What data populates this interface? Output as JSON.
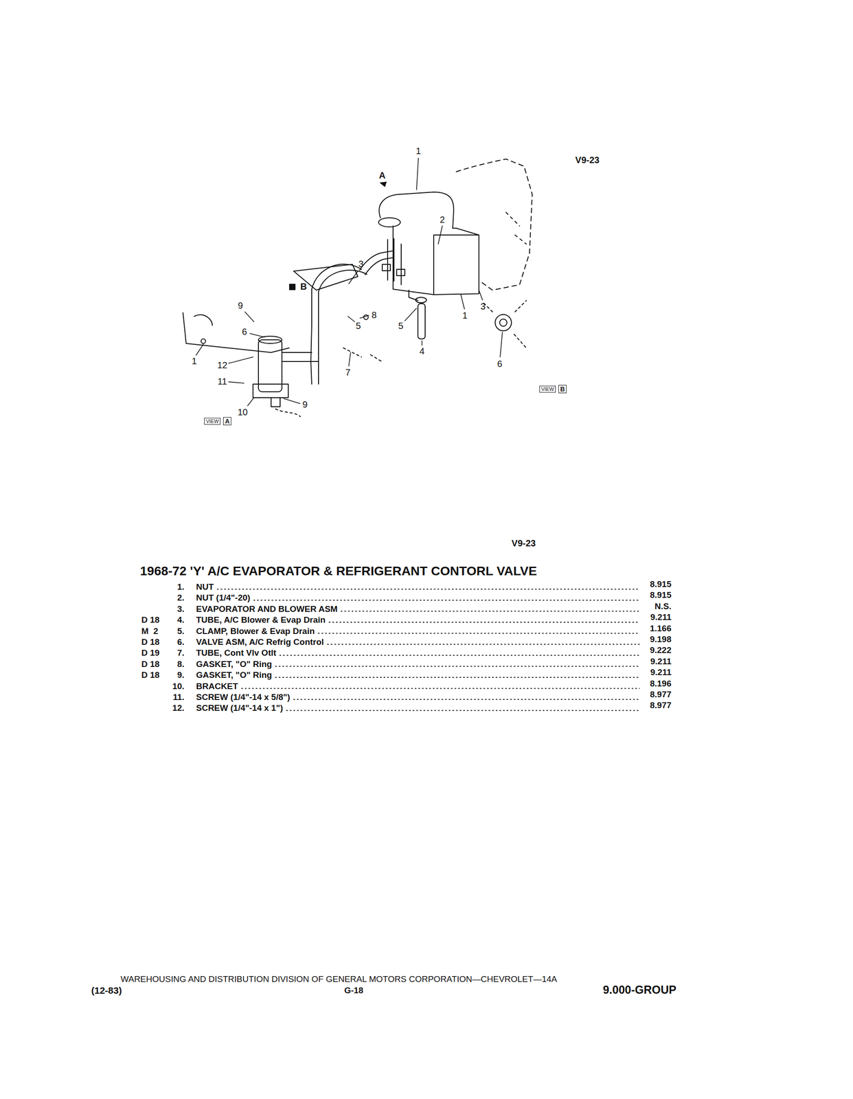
{
  "diagram": {
    "title": "1968-72 'Y' A/C EVAPORATOR & REFRIGERANT CONTORL VALVE",
    "labels": [
      "V9-23",
      "1",
      "A",
      "2",
      "3",
      "B",
      "9",
      "6",
      "1",
      "12",
      "11",
      "10",
      "9",
      "5",
      "8",
      "7",
      "5",
      "4",
      "1",
      "3",
      "6",
      "VIEW",
      "B",
      "VIEW",
      "A",
      "V9-23",
      "1.",
      "NUT",
      "8.915",
      "2.",
      "NUT (1/4\"-20)",
      "8.915",
      "3.",
      "EVAPORATOR AND BLOWER ASM",
      "N.S.",
      "D 18",
      "4.",
      "TUBE, A/C Blower & Evap Drain",
      "9.211",
      "M  2",
      "5.",
      "CLAMP, Blower & Evap Drain",
      "1.166",
      "D 18",
      "6.",
      "VALVE ASM, A/C Refrig Control",
      "9.198",
      "D 19",
      "7.",
      "TUBE, Cont Vlv Otlt",
      "9.222",
      "D 18",
      "8.",
      "GASKET, \"O\" Ring",
      "9.211",
      "D 18",
      "9.",
      "GASKET, \"O\" Ring",
      "9.211",
      "10.",
      "BRACKET",
      "8.196",
      "11.",
      "SCREW (1/4\"-14 x 5/8\")",
      "8.977",
      "12.",
      "SCREW (1/4\"-14 x 1\")",
      "8.977",
      "WAREHOUSING AND DISTRIBUTION DIVISION OF GENERAL MOTORS CORPORATION—CHEVROLET—14A",
      "(12-83)",
      "G-18",
      "9.000-GROUP"
    ]
  }
}
